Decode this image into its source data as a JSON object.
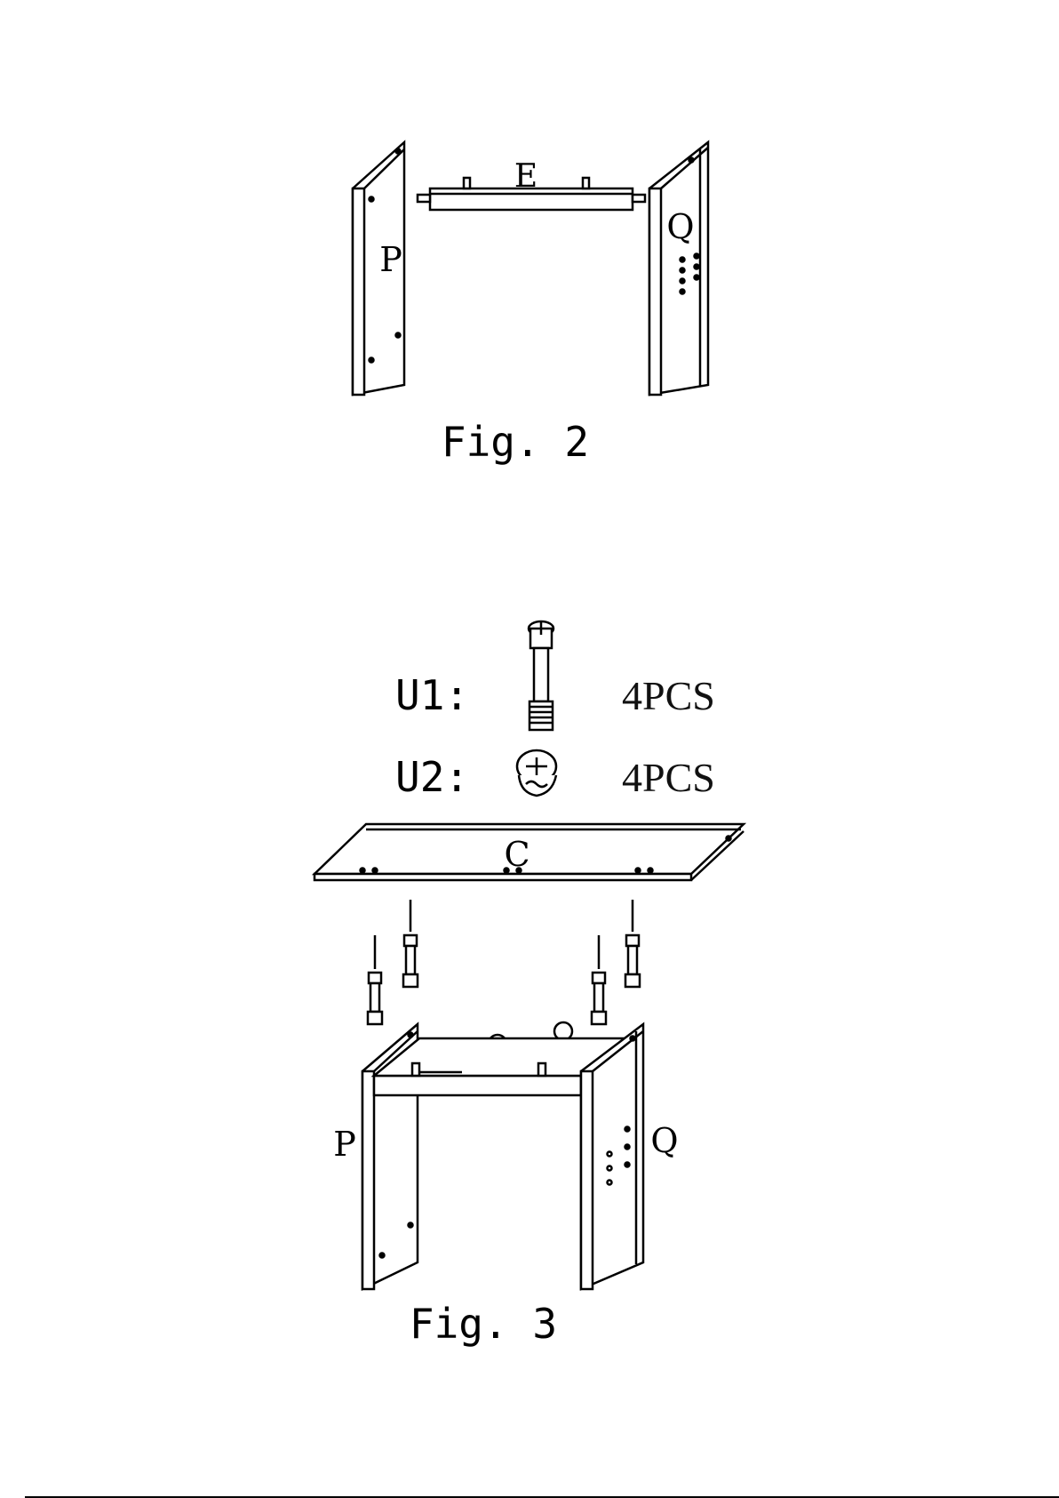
{
  "fig2": {
    "caption": "Fig. 2",
    "labels": {
      "e": "E",
      "p": "P",
      "q": "Q"
    }
  },
  "fig3": {
    "caption": "Fig. 3",
    "hardware": [
      {
        "code": "U1:",
        "name": "cam-bolt-icon",
        "qty": "4PCS"
      },
      {
        "code": "U2:",
        "name": "cam-lock-icon",
        "qty": "4PCS"
      }
    ],
    "labels": {
      "c": "C",
      "p": "P",
      "q": "Q"
    }
  }
}
